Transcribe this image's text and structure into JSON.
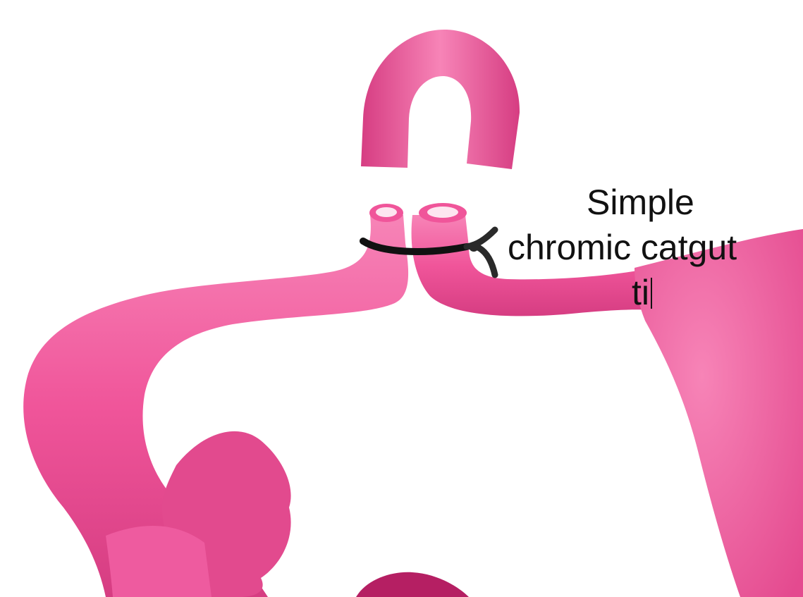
{
  "annotation": {
    "line1": "Simple",
    "line2": "chromic catgut",
    "line3": "ti"
  },
  "colors": {
    "tissue": "#f0559a",
    "tissue_light": "#f784b7",
    "tissue_dark": "#d63d82",
    "lumen": "#fde6f0",
    "suture": "#111111",
    "ovary": "#b51f63"
  },
  "icons": [
    "suture-knot-icon"
  ]
}
